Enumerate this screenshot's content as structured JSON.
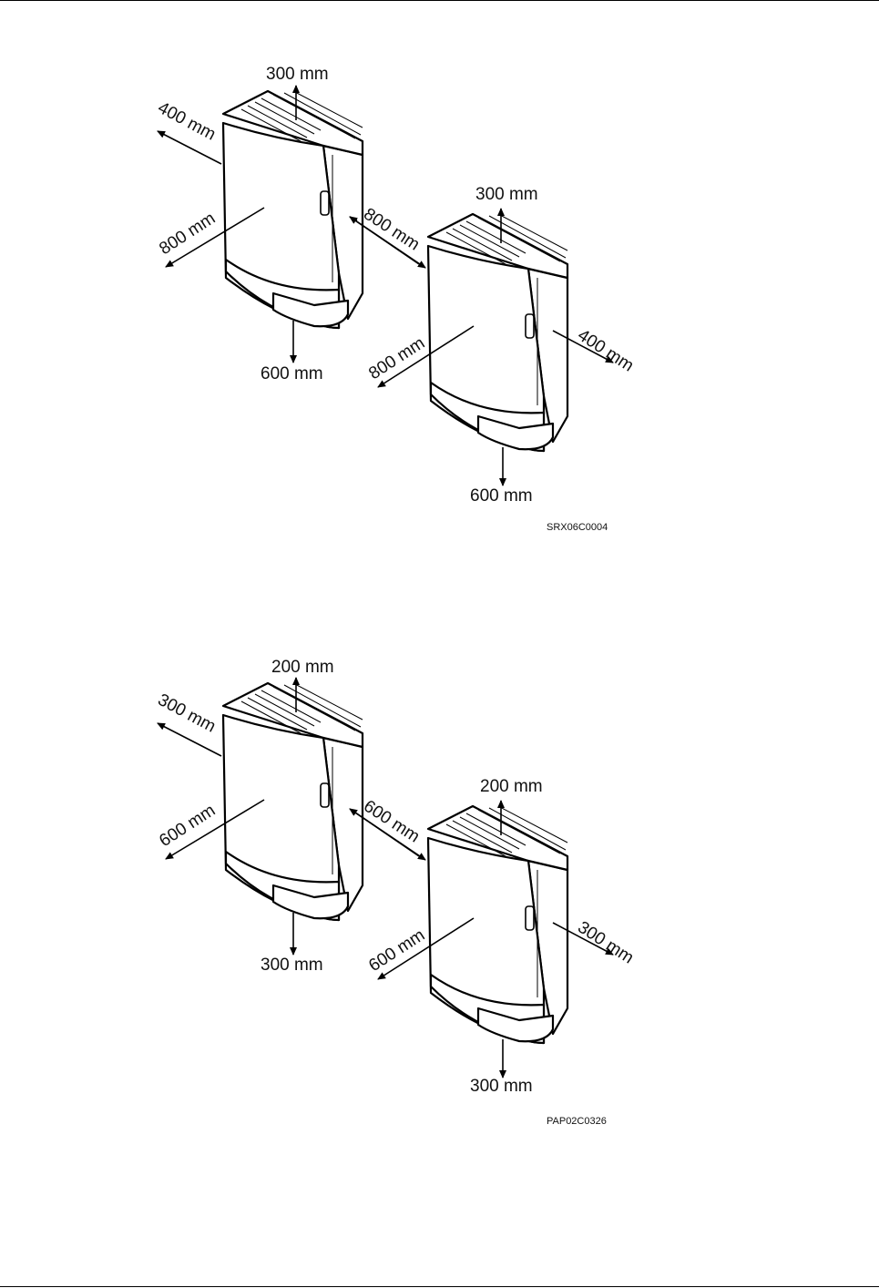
{
  "diagrams": [
    {
      "code": "SRX06C0004",
      "unit_a": {
        "top": "300 mm",
        "left_upper": "400 mm",
        "left_lower": "800 mm",
        "right": "800 mm",
        "bottom": "600 mm"
      },
      "unit_b": {
        "top": "300 mm",
        "left_lower": "800 mm",
        "right": "400 mm",
        "bottom": "600 mm"
      }
    },
    {
      "code": "PAP02C0326",
      "unit_a": {
        "top": "200 mm",
        "left_upper": "300 mm",
        "left_lower": "600 mm",
        "right": "600 mm",
        "bottom": "300 mm"
      },
      "unit_b": {
        "top": "200 mm",
        "left_lower": "600 mm",
        "right": "300 mm",
        "bottom": "300 mm"
      }
    }
  ]
}
